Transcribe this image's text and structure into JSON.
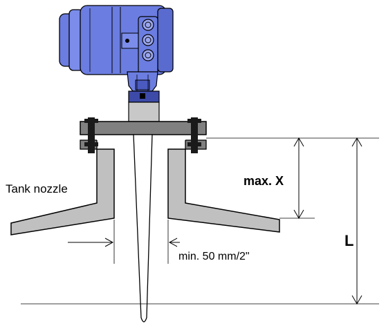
{
  "labels": {
    "tank_nozzle": "Tank nozzle",
    "max_x": "max. X",
    "length": "L",
    "min_distance": "min. 50 mm/2\""
  },
  "colors": {
    "housing": "#6b7de0",
    "housing_dark": "#3d4aa8",
    "flange": "#808080",
    "nozzle_wall": "#c0c0c0",
    "neck": "#c8c8c8",
    "bolt": "#1a1a1a"
  },
  "icons": [
    "transmitter-housing",
    "flange-bolt",
    "cable-gland"
  ]
}
